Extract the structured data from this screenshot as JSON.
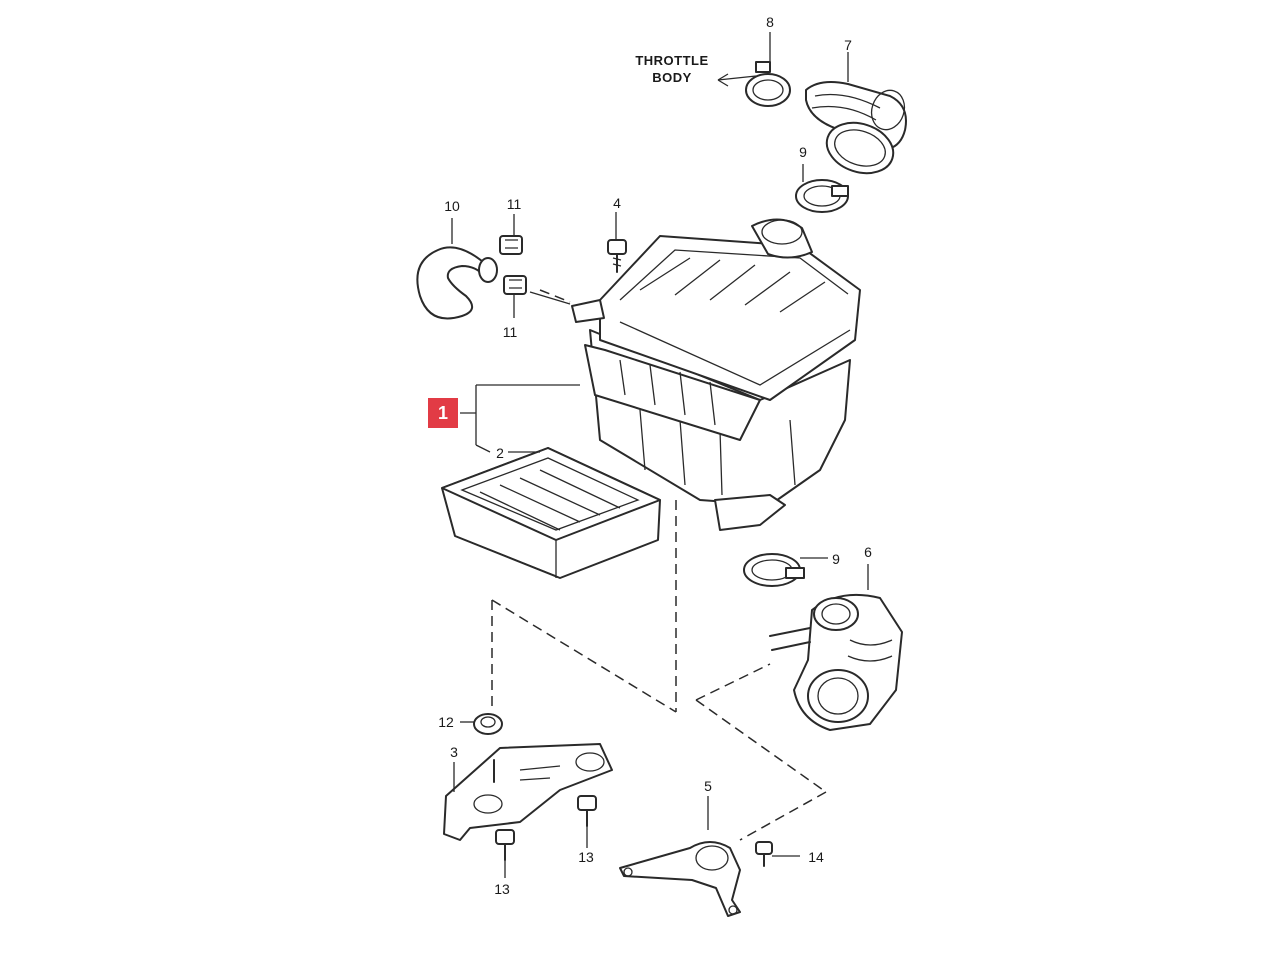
{
  "diagram": {
    "highlight_color": "#e23b45",
    "throttle_body_label": [
      "THROTTLE",
      "BODY"
    ],
    "callouts": [
      {
        "id": "1",
        "text": "1"
      },
      {
        "id": "2",
        "text": "2"
      },
      {
        "id": "3",
        "text": "3"
      },
      {
        "id": "4",
        "text": "4"
      },
      {
        "id": "5",
        "text": "5"
      },
      {
        "id": "6",
        "text": "6"
      },
      {
        "id": "7",
        "text": "7"
      },
      {
        "id": "8",
        "text": "8"
      },
      {
        "id": "9a",
        "text": "9"
      },
      {
        "id": "9b",
        "text": "9"
      },
      {
        "id": "10",
        "text": "10"
      },
      {
        "id": "11a",
        "text": "11"
      },
      {
        "id": "11b",
        "text": "11"
      },
      {
        "id": "12",
        "text": "12"
      },
      {
        "id": "13a",
        "text": "13"
      },
      {
        "id": "13b",
        "text": "13"
      },
      {
        "id": "14",
        "text": "14"
      }
    ]
  }
}
